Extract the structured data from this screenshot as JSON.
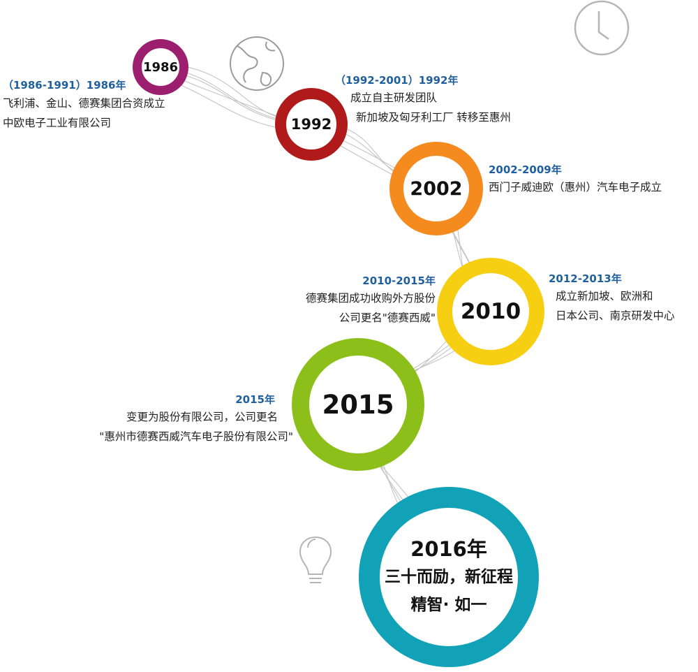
{
  "colors": {
    "c1986": "#9b1f6e",
    "c1992": "#b01a1a",
    "c2002": "#f58a1f",
    "c2010": "#f7cf12",
    "c2015": "#8dbf1a",
    "c2016": "#12a2b8",
    "year_text": "#1f5f9e",
    "thread": "#bdbdbd"
  },
  "icons": [
    "globe-icon",
    "clock-icon",
    "lightbulb-icon"
  ],
  "milestones": [
    {
      "label": "1986"
    },
    {
      "label": "1992"
    },
    {
      "label": "2002"
    },
    {
      "label": "2010"
    },
    {
      "label": "2015"
    }
  ],
  "final": {
    "year": "2016年",
    "line1": "三十而励，新征程",
    "line2": "精智· 如一"
  },
  "notes": {
    "n1986": {
      "year": "（1986-1991）1986年",
      "lines": [
        "飞利浦、金山、德赛集团合资成立",
        "中欧电子工业有限公司"
      ]
    },
    "n1992": {
      "year": "（1992-2001）1992年",
      "lines": [
        "成立自主研发团队",
        "新加坡及匈牙利工厂 转移至惠州"
      ]
    },
    "n2002": {
      "year": "2002-2009年",
      "lines": [
        "西门子威迪欧（惠州）汽车电子成立"
      ]
    },
    "n2010a": {
      "year": "2010-2015年",
      "lines": [
        "德赛集团成功收购外方股份",
        "公司更名\"德赛西威\""
      ]
    },
    "n2010b": {
      "year": "2012-2013年",
      "lines": [
        "成立新加坡、欧洲和",
        "日本公司、南京研发中心"
      ]
    },
    "n2015": {
      "year": "2015年",
      "lines": [
        "变更为股份有限公司，公司更名",
        "\"惠州市德赛西威汽车电子股份有限公司\""
      ]
    }
  }
}
